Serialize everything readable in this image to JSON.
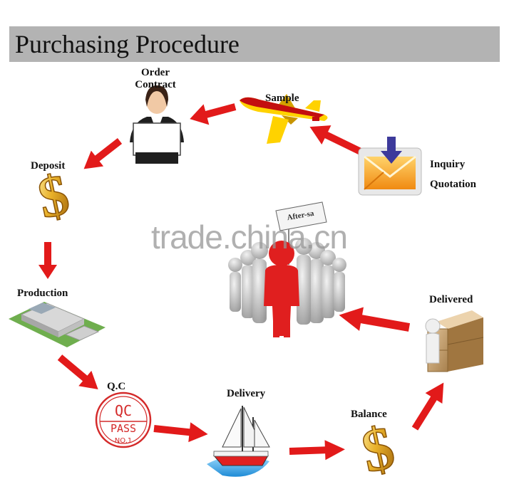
{
  "title": "Purchasing Procedure",
  "watermark": "trade.china.cn",
  "steps": {
    "order_contract_line1": "Order",
    "order_contract_line2": "Contract",
    "sample": "Sample",
    "inquiry": "Inquiry",
    "quotation": "Quotation",
    "deposit": "Deposit",
    "production": "Production",
    "qc": "Q.C",
    "delivery": "Delivery",
    "balance": "Balance",
    "delivered": "Delivered"
  },
  "stamp": {
    "line1": "QC",
    "line2": "PASS",
    "line3": "NO.1"
  },
  "sign_text": "After-sa",
  "colors": {
    "arrow": "#e21a1a",
    "header": "#b3b3b3",
    "gold": "#e0a41e",
    "stamp": "#d42a2a"
  },
  "icons": [
    "businesswoman-icon",
    "airplane-icon",
    "envelope-icon",
    "dollar-icon",
    "factory-icon",
    "stamp-icon",
    "sailboat-icon",
    "boxes-icon",
    "crowd-icon"
  ]
}
